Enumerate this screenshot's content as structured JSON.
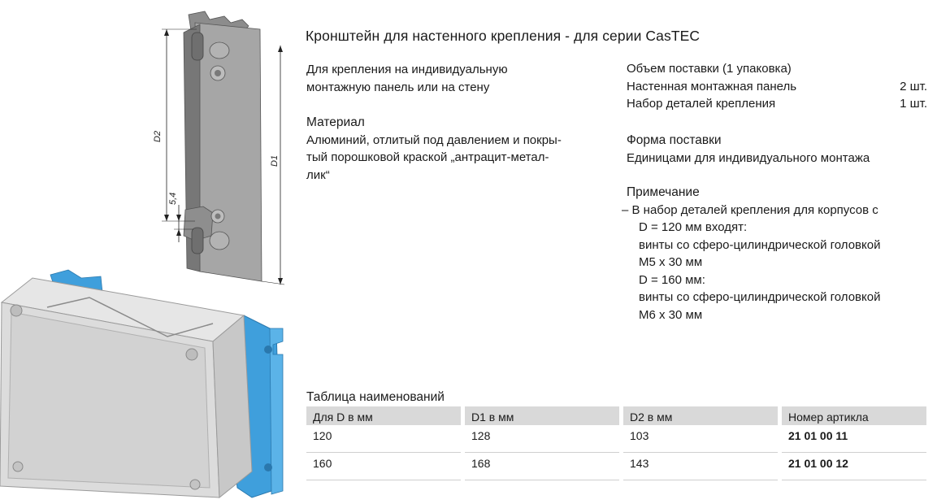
{
  "title": "Кронштейн для настенного крепления - для серии CasTEC",
  "description": {
    "lines": [
      "Для крепления на индивидуальную",
      "монтажную панель или на стену"
    ]
  },
  "material": {
    "heading": "Материал",
    "lines": [
      "Алюминий, отлитый под давлением и покры-",
      "тый порошковой краской „антрацит-метал-",
      "лик“"
    ]
  },
  "delivery": {
    "heading": "Объем поставки (1 упаковка)",
    "items": [
      {
        "name": "Настенная монтажная панель",
        "qty": "2 шт."
      },
      {
        "name": "Набор деталей крепления",
        "qty": "1 шт."
      }
    ]
  },
  "form": {
    "heading": "Форма поставки",
    "text": "Единицами для индивидуального монтажа"
  },
  "note": {
    "heading": "Примечание",
    "lines": [
      "– В набор деталей крепления для корпусов с",
      "D = 120 мм входят:",
      "винты со сферо-цилиндрической головкой",
      "М5 x 30 мм",
      "D = 160 мм:",
      "винты со сферо-цилиндрической головкой",
      "М6 x 30 мм"
    ]
  },
  "table": {
    "caption": "Таблица наименований",
    "headers": [
      "Для D в мм",
      "D1 в мм",
      "D2 в мм",
      "Номер артикла"
    ],
    "rows": [
      [
        "120",
        "128",
        "103",
        "21 01 00 11"
      ],
      [
        "160",
        "168",
        "143",
        "21 01 00 12"
      ]
    ]
  },
  "drawing": {
    "dim_d2": "D2",
    "dim_d1": "D1",
    "dim_54": "5,4"
  },
  "colors": {
    "bracket": "#3f9fdc",
    "enclosure": "#dcdcdc",
    "bracket_grey": "#9a9a9a"
  }
}
